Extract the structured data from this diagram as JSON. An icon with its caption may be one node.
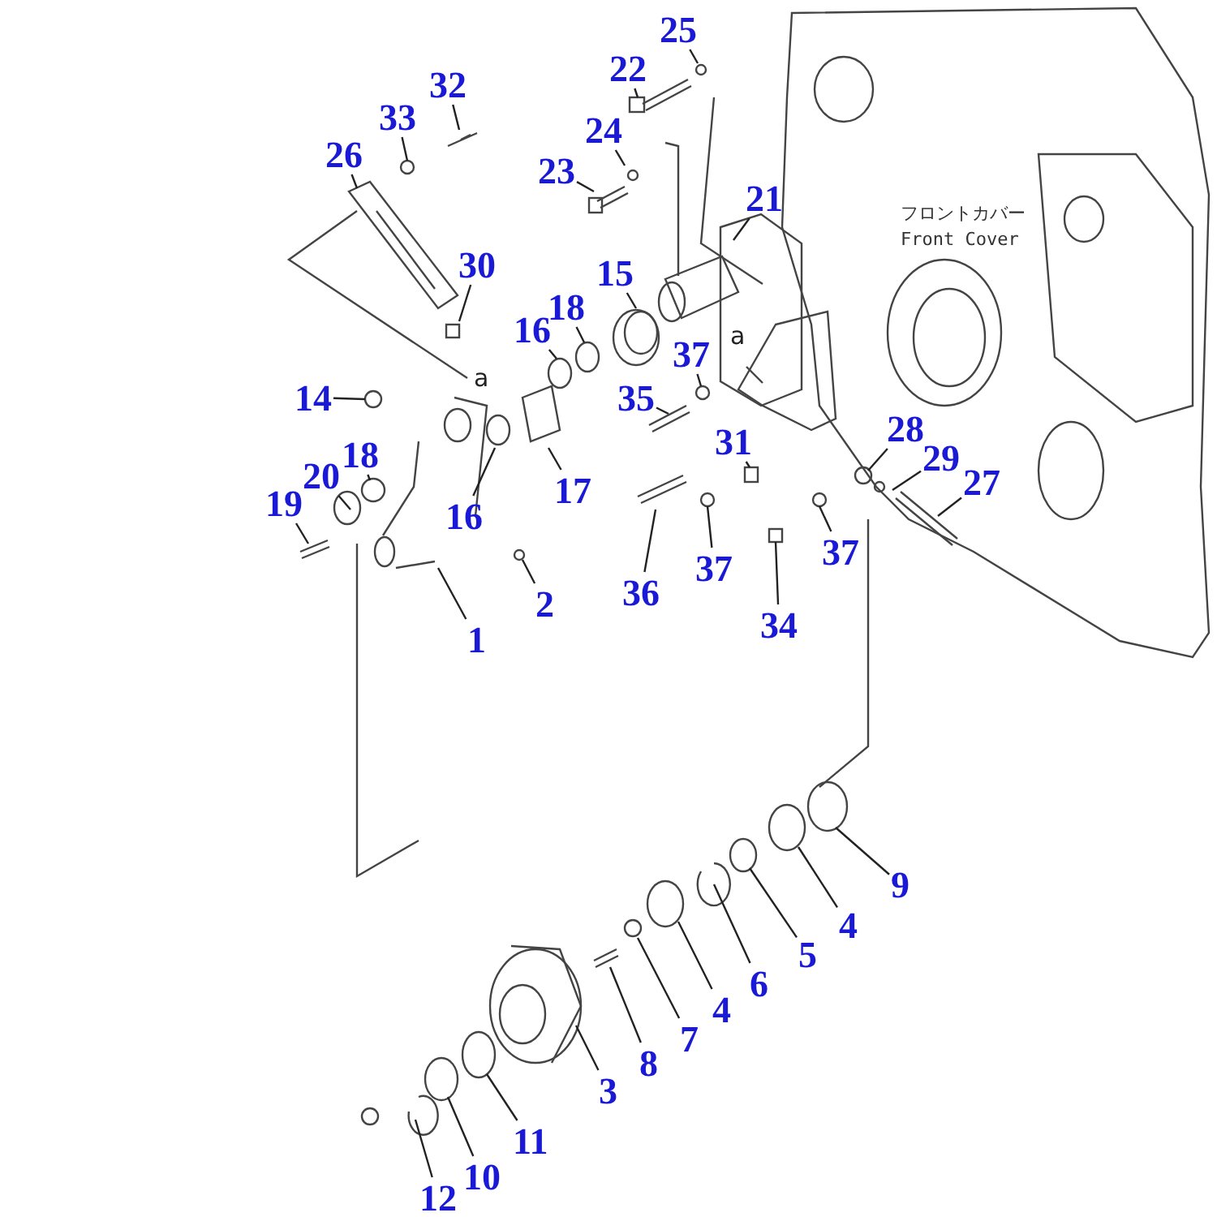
{
  "diagram": {
    "nodes": [
      {
        "text": [
          "25"
        ]
      },
      {
        "text": [
          "22"
        ]
      },
      {
        "text": [
          "32"
        ]
      },
      {
        "text": [
          "33"
        ]
      },
      {
        "text": [
          "24"
        ]
      },
      {
        "text": [
          "26"
        ]
      },
      {
        "text": [
          "23"
        ]
      },
      {
        "text": [
          "21"
        ]
      },
      {
        "text": [
          "30"
        ]
      },
      {
        "text": [
          "15"
        ]
      },
      {
        "text": [
          "18"
        ]
      },
      {
        "text": [
          "16"
        ]
      },
      {
        "text": [
          "37"
        ]
      },
      {
        "text": [
          "14"
        ]
      },
      {
        "text": [
          "35"
        ]
      },
      {
        "text": [
          "28"
        ]
      },
      {
        "text": [
          "18"
        ]
      },
      {
        "text": [
          "31"
        ]
      },
      {
        "text": [
          "29"
        ]
      },
      {
        "text": [
          "20"
        ]
      },
      {
        "text": [
          "27"
        ]
      },
      {
        "text": [
          "17"
        ]
      },
      {
        "text": [
          "19"
        ]
      },
      {
        "text": [
          "16"
        ]
      },
      {
        "text": [
          "37"
        ]
      },
      {
        "text": [
          "37"
        ]
      },
      {
        "text": [
          "36"
        ]
      },
      {
        "text": [
          "34"
        ]
      },
      {
        "text": [
          "2"
        ]
      },
      {
        "text": [
          "1"
        ]
      },
      {
        "text": [
          "9"
        ]
      },
      {
        "text": [
          "4"
        ]
      },
      {
        "text": [
          "5"
        ]
      },
      {
        "text": [
          "6"
        ]
      },
      {
        "text": [
          "4"
        ]
      },
      {
        "text": [
          "7"
        ]
      },
      {
        "text": [
          "8"
        ]
      },
      {
        "text": [
          "3"
        ]
      },
      {
        "text": [
          "11"
        ]
      },
      {
        "text": [
          "10"
        ]
      },
      {
        "text": [
          "12"
        ]
      }
    ],
    "edges": [
      {
        "from": 0,
        "to": null,
        "arrow": "none"
      },
      {
        "from": 1,
        "to": null,
        "arrow": "none"
      },
      {
        "from": 2,
        "to": null,
        "arrow": "none"
      },
      {
        "from": 3,
        "to": null,
        "arrow": "none"
      },
      {
        "from": 4,
        "to": null,
        "arrow": "none"
      },
      {
        "from": 5,
        "to": null,
        "arrow": "none"
      },
      {
        "from": 6,
        "to": null,
        "arrow": "none"
      },
      {
        "from": 7,
        "to": null,
        "arrow": "none"
      },
      {
        "from": 8,
        "to": null,
        "arrow": "none"
      },
      {
        "from": 9,
        "to": null,
        "arrow": "none"
      },
      {
        "from": 10,
        "to": null,
        "arrow": "none"
      },
      {
        "from": 11,
        "to": null,
        "arrow": "none"
      },
      {
        "from": 12,
        "to": null,
        "arrow": "none"
      },
      {
        "from": 13,
        "to": null,
        "arrow": "none"
      },
      {
        "from": 14,
        "to": null,
        "arrow": "none"
      },
      {
        "from": 15,
        "to": null,
        "arrow": "none"
      },
      {
        "from": 16,
        "to": null,
        "arrow": "none"
      },
      {
        "from": 17,
        "to": null,
        "arrow": "none"
      },
      {
        "from": 18,
        "to": null,
        "arrow": "none"
      },
      {
        "from": 19,
        "to": null,
        "arrow": "none"
      },
      {
        "from": 20,
        "to": null,
        "arrow": "none"
      },
      {
        "from": 21,
        "to": null,
        "arrow": "none"
      },
      {
        "from": 22,
        "to": null,
        "arrow": "none"
      },
      {
        "from": 23,
        "to": null,
        "arrow": "none"
      },
      {
        "from": 24,
        "to": null,
        "arrow": "none"
      },
      {
        "from": 25,
        "to": null,
        "arrow": "none"
      },
      {
        "from": 26,
        "to": null,
        "arrow": "none"
      },
      {
        "from": 27,
        "to": null,
        "arrow": "none"
      },
      {
        "from": 28,
        "to": null,
        "arrow": "none"
      },
      {
        "from": 29,
        "to": null,
        "arrow": "none"
      },
      {
        "from": 30,
        "to": null,
        "arrow": "none"
      },
      {
        "from": 31,
        "to": null,
        "arrow": "none"
      },
      {
        "from": 32,
        "to": null,
        "arrow": "none"
      },
      {
        "from": 33,
        "to": null,
        "arrow": "none"
      },
      {
        "from": 34,
        "to": null,
        "arrow": "none"
      },
      {
        "from": 35,
        "to": null,
        "arrow": "none"
      },
      {
        "from": 36,
        "to": null,
        "arrow": "none"
      },
      {
        "from": 37,
        "to": null,
        "arrow": "none"
      },
      {
        "from": 38,
        "to": null,
        "arrow": "none"
      },
      {
        "from": 39,
        "to": null,
        "arrow": "none"
      },
      {
        "from": 40,
        "to": null,
        "arrow": "none"
      }
    ],
    "labels": [
      "フロントカバー",
      "Front Cover",
      "a",
      "a"
    ]
  }
}
